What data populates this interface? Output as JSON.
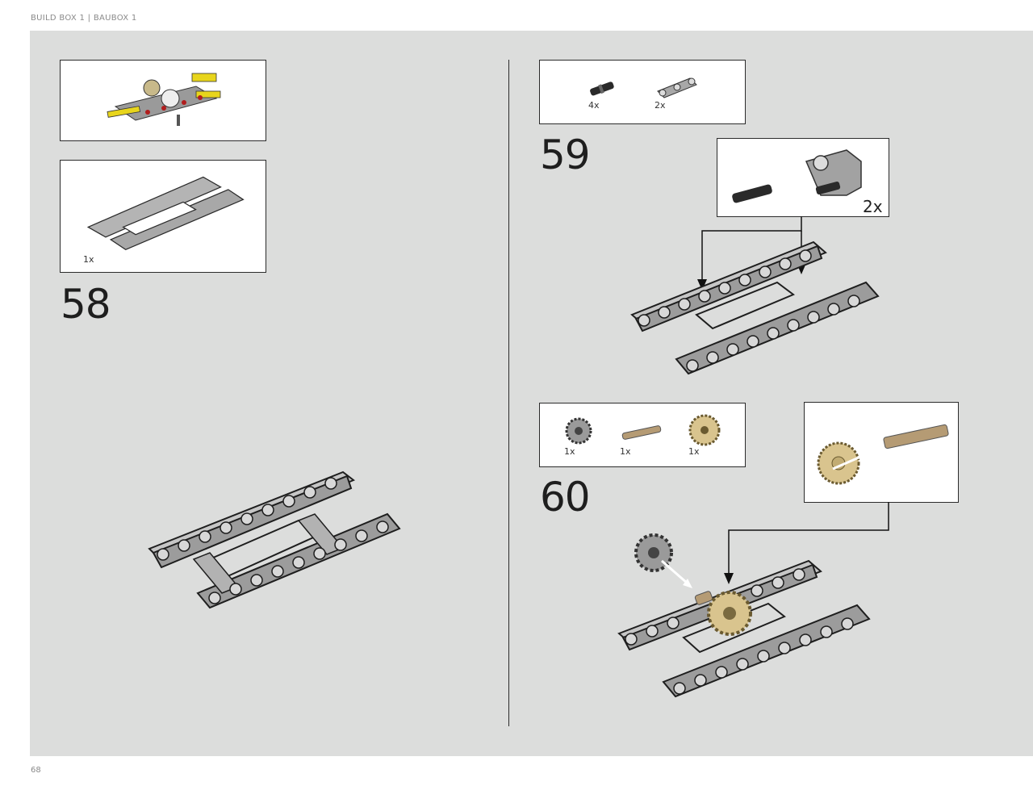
{
  "header": {
    "text": "BUILD BOX 1 | BAUBOX 1"
  },
  "footer": {
    "page_number": "68"
  },
  "steps": [
    {
      "number": "58",
      "parts": [
        {
          "label": "1x",
          "part": "frame-icon"
        }
      ]
    },
    {
      "number": "59",
      "parts": [
        {
          "label": "4x",
          "part": "pin-icon"
        },
        {
          "label": "2x",
          "part": "beam-icon"
        }
      ],
      "subassembly_multiplier": "2x"
    },
    {
      "number": "60",
      "parts": [
        {
          "label": "1x",
          "part": "gear-small-icon"
        },
        {
          "label": "1x",
          "part": "axle-icon"
        },
        {
          "label": "1x",
          "part": "gear-tan-icon"
        }
      ]
    }
  ]
}
